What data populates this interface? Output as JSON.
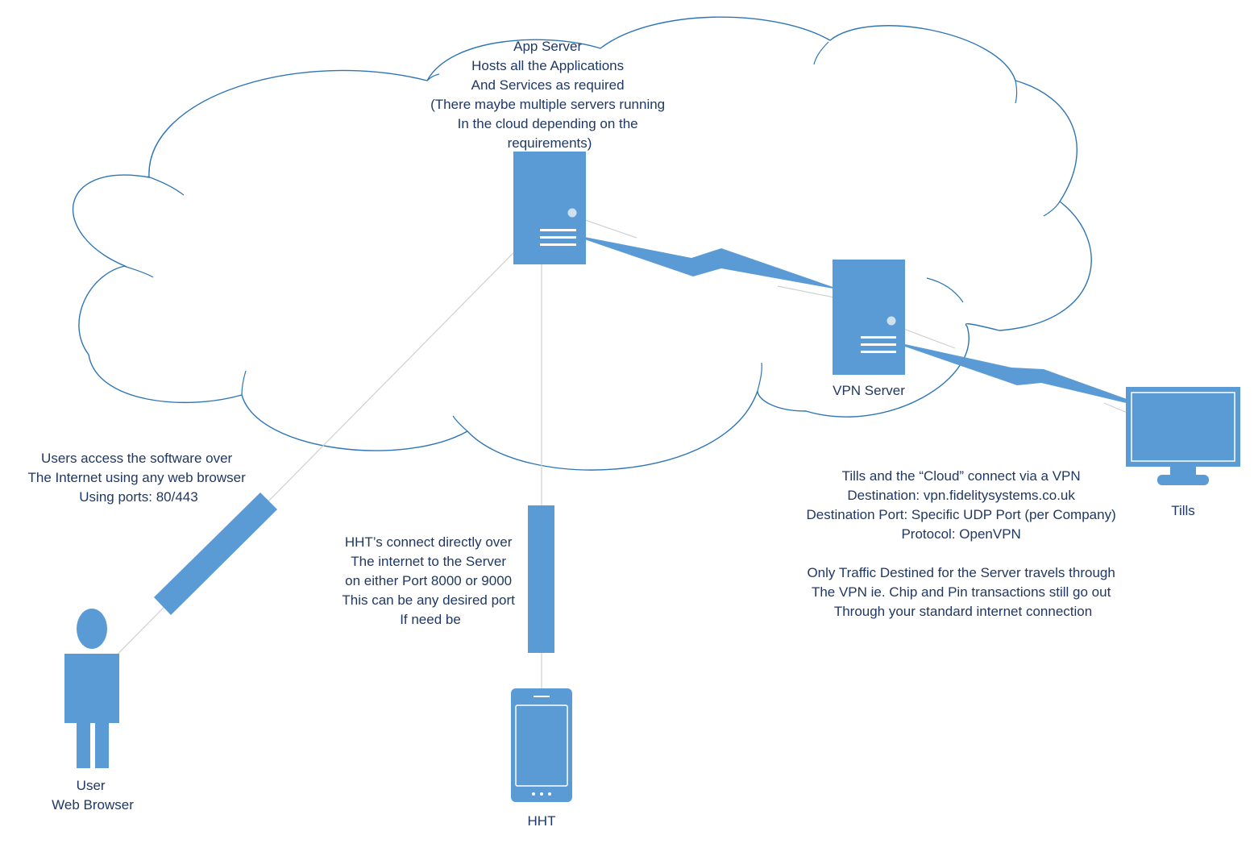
{
  "app_server": {
    "lines": [
      "App Server",
      "Hosts all the Applications",
      "And Services as required",
      "(There maybe multiple servers running",
      "In the cloud depending on the",
      "requirements)"
    ]
  },
  "vpn_server": {
    "label": "VPN Server"
  },
  "tills": {
    "label": "Tills"
  },
  "user": {
    "lines": [
      "User",
      "Web Browser"
    ]
  },
  "hht": {
    "label": "HHT"
  },
  "web_note": {
    "lines": [
      "Users access the software over",
      "The Internet using any web browser",
      "Using ports: 80/443"
    ]
  },
  "hht_note": {
    "lines": [
      "HHT’s connect directly over",
      "The internet to the Server",
      "on either Port 8000 or 9000",
      "This can be any desired port",
      "If need be"
    ]
  },
  "vpn_note": {
    "lines": [
      "Tills and the “Cloud” connect via a VPN",
      "Destination: vpn.fidelitysystems.co.uk",
      "Destination Port: Specific UDP Port (per Company)",
      "Protocol: OpenVPN",
      "",
      "Only Traffic Destined for the Server travels through",
      "The VPN ie. Chip and Pin transactions still go out",
      "Through your standard internet connection"
    ]
  },
  "colors": {
    "device_fill": "#5b9bd5",
    "cloud_stroke": "#2e75b6",
    "cloud_fill": "#ffffff",
    "text": "#1f3864",
    "link": "#c9c9c9"
  }
}
